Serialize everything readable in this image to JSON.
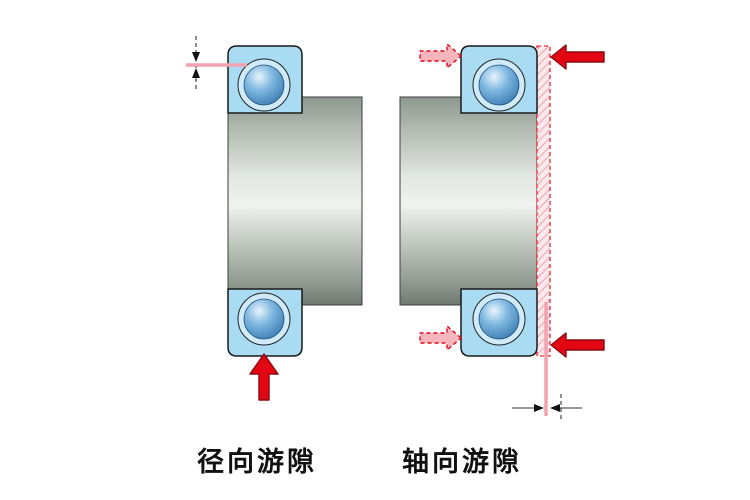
{
  "labels": {
    "radial": "径向游隙",
    "axial": "轴向游隙"
  },
  "colors": {
    "bearing_ring_blue": "#a9dcf2",
    "ball_edge_blue": "#1f4e79",
    "arrow_red": "#e30613",
    "arrow_red_dark": "#8a0a10",
    "arrow_pink_fill": "#f6b6bd",
    "measurement_pink": "#f2a2b0",
    "outline_black": "#1a1a1a",
    "background": "#ffffff"
  },
  "icons": {
    "radial_force_arrow": "up-arrow",
    "axial_force_arrow_top": "left-arrow",
    "axial_force_arrow_bottom": "left-arrow",
    "axial_reaction_arrow_top": "right-arrow-dashed",
    "axial_reaction_arrow_bottom": "right-arrow-dashed"
  }
}
